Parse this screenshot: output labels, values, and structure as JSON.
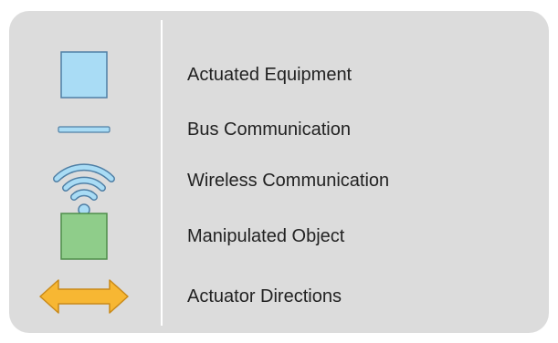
{
  "legend": {
    "items": [
      {
        "icon": "light-blue-square-icon",
        "label": "Actuated Equipment",
        "color": "#a9dcf5"
      },
      {
        "icon": "bus-line-icon",
        "label": "Bus Communication",
        "color": "#a9dcf5"
      },
      {
        "icon": "wireless-signal-icon",
        "label": "Wireless Communication",
        "color": "#a9dcf5"
      },
      {
        "icon": "green-square-icon",
        "label": "Manipulated Object",
        "color": "#8fcd8a"
      },
      {
        "icon": "double-arrow-icon",
        "label": "Actuator Directions",
        "color": "#f7b733"
      }
    ]
  }
}
